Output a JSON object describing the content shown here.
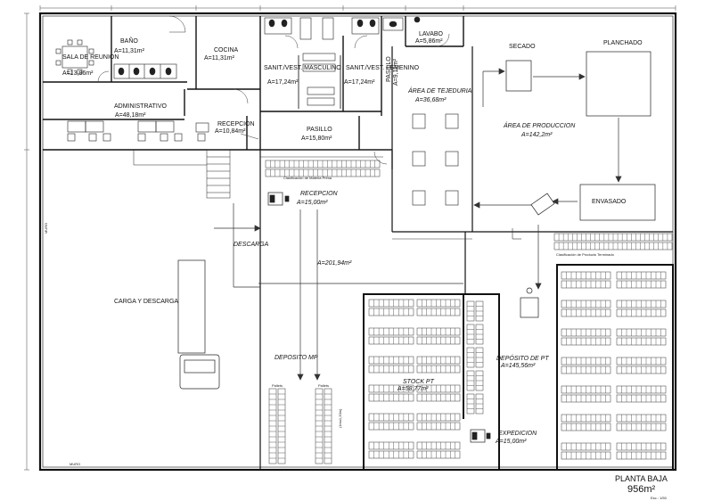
{
  "title_block": {
    "name": "PLANTA BAJA",
    "area": "956m²",
    "scale": "Esc.: 1/50"
  },
  "rooms": {
    "sala_reunion": {
      "name": "SALA DE REUNION",
      "area": "A=13,86m²"
    },
    "bano": {
      "name": "BAÑO",
      "area": "A=11,31m²"
    },
    "cocina": {
      "name": "COCINA",
      "area": "A=11,31m²"
    },
    "sanit_masc": {
      "name": "SANIT./VEST. MASCULINO",
      "area": "A=17,24m²"
    },
    "sanit_fem": {
      "name": "SANIT./VEST. FEMENINO",
      "area": "A=17,24m²"
    },
    "pasillo_v": {
      "name": "PASILLO",
      "area": "A=9,11m²"
    },
    "lavabo": {
      "name": "LAVABO",
      "area": "A=5,86m²"
    },
    "administrativo": {
      "name": "ADMINISTRATIVO",
      "area": "A=48,18m²"
    },
    "recepcion_of": {
      "name": "RECEPCION",
      "area": "A=10,84m²"
    },
    "pasillo": {
      "name": "PASILLO",
      "area": "A=15,80m²"
    },
    "tejeduria": {
      "name": "ÁREA DE TEJEDURIA",
      "area": "A=36,68m²"
    },
    "produccion": {
      "name": "ÁREA DE PRODUCCION",
      "area": "A=142,2m²"
    },
    "secado": {
      "name": "SECADO"
    },
    "planchado": {
      "name": "PLANCHADO"
    },
    "envasado": {
      "name": "ENVASADO"
    },
    "recepcion_mp": {
      "name": "RECEPCION",
      "area": "A=15,00m²"
    },
    "descarga": {
      "name": "DESCARGA"
    },
    "carga_descarga": {
      "name": "CARGA  Y  DESCARGA"
    },
    "deposito_mp": {
      "name": "DEPOSITO  MP",
      "area": "A=201,94m²"
    },
    "stock_pt": {
      "name": "STOCK  PT",
      "area": "A=58,77m²"
    },
    "deposito_pt": {
      "name": "DEPÓSITO DE PT",
      "area": "A=145,56m²"
    },
    "expedicion": {
      "name": "EXPEDICION",
      "area": "A=15,00m²"
    }
  },
  "notes": {
    "clasif_mp": "Clasificación de Materia Prima",
    "clasif_pt": "Clasificación de Producto Terminado",
    "muro_left": "MURO",
    "muro_bottom": "MURO",
    "pallets_1": "Pallets",
    "pallets_2": "Pallets",
    "pallet_size": "(1mx1,20m)"
  }
}
